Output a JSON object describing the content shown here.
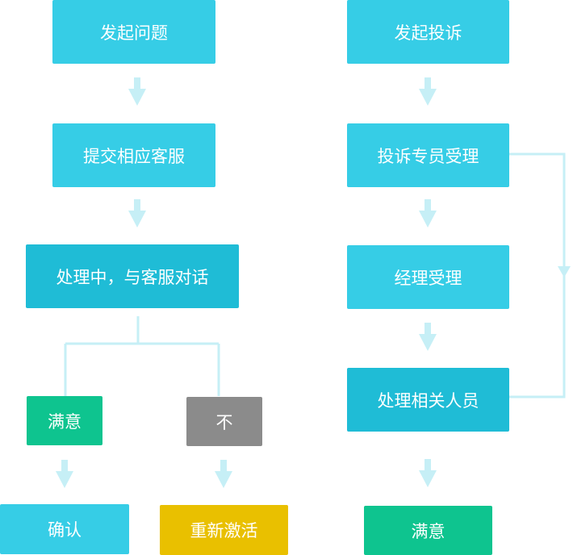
{
  "left_flow": {
    "step1": "发起问题",
    "step2": "提交相应客服",
    "step3": "处理中，与客服对话",
    "branch_yes": "满意",
    "branch_no": "不",
    "yes_result": "确认",
    "no_result": "重新激活"
  },
  "right_flow": {
    "step1": "发起投诉",
    "step2": "投诉专员受理",
    "step3": "经理受理",
    "step4": "处理相关人员",
    "step5": "满意"
  },
  "colors": {
    "box_cyan": "#36cde6",
    "box_teal": "#1fbcd6",
    "box_green": "#0ec48f",
    "box_gray": "#8b8b8b",
    "box_gold": "#e9c000",
    "connector": "#c6eff6"
  }
}
